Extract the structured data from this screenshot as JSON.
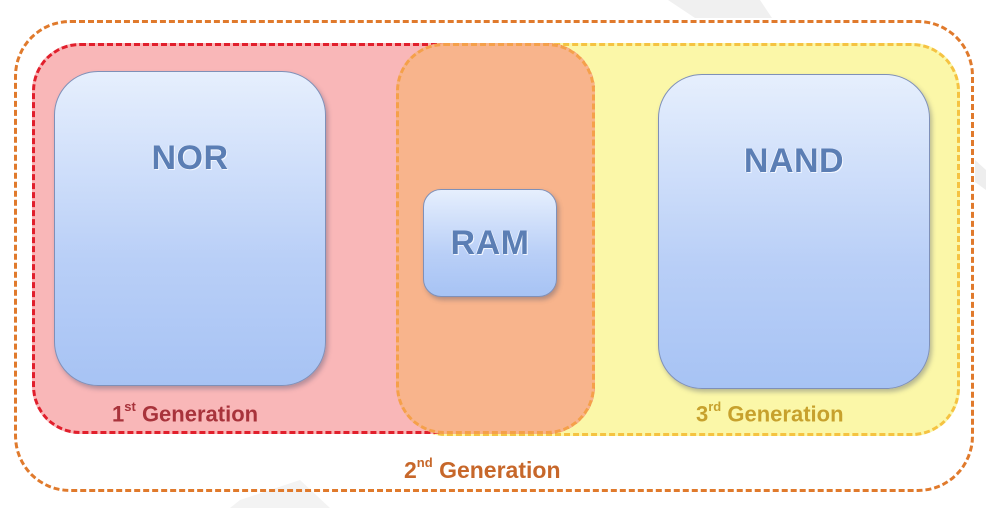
{
  "boxes": {
    "nor": "NOR",
    "ram": "RAM",
    "nand": "NAND"
  },
  "generations": {
    "first": {
      "num": "1",
      "sup": "st",
      "word": "Generation"
    },
    "second": {
      "num": "2",
      "sup": "nd",
      "word": "Generation"
    },
    "third": {
      "num": "3",
      "sup": "rd",
      "word": "Generation"
    }
  },
  "colors": {
    "first_region_fill": "#f9b7b8",
    "first_region_border": "#e11f2c",
    "third_region_fill": "#fbf7a8",
    "third_region_border": "#f5c342",
    "overlap_fill": "#f8b48c",
    "outer_border": "#e07a2c",
    "box_label": "#5b7eb4"
  }
}
